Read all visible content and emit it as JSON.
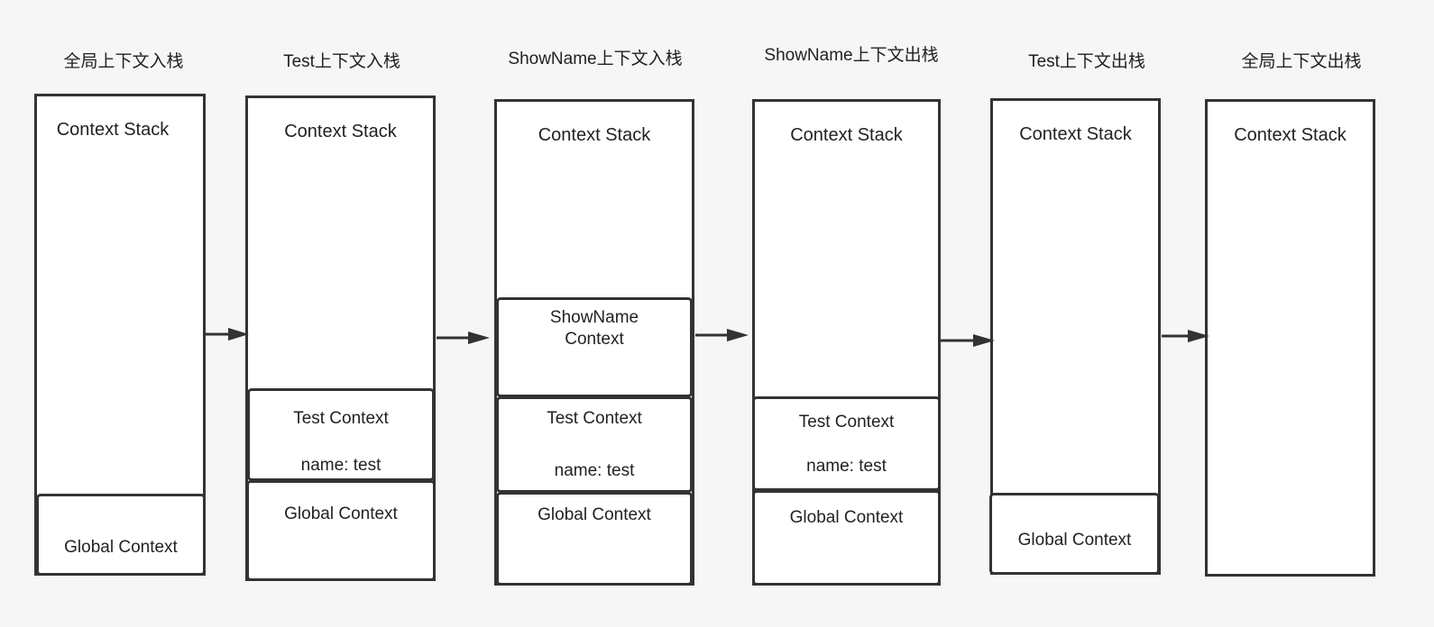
{
  "stages": [
    {
      "title": "全局上下文入栈",
      "stack_label": "Context Stack",
      "frames": [
        {
          "name": "Global Context"
        }
      ]
    },
    {
      "title": "Test上下文入栈",
      "stack_label": "Context Stack",
      "frames": [
        {
          "name": "Test Context",
          "detail": "name: test"
        },
        {
          "name": "Global Context"
        }
      ]
    },
    {
      "title": "ShowName上下文入栈",
      "stack_label": "Context Stack",
      "frames": [
        {
          "name_lines": [
            "ShowName",
            "Context"
          ]
        },
        {
          "name": "Test Context",
          "detail": "name: test"
        },
        {
          "name": "Global Context"
        }
      ]
    },
    {
      "title": "ShowName上下文出栈",
      "stack_label": "Context Stack",
      "frames": [
        {
          "name": "Test Context",
          "detail": "name: test"
        },
        {
          "name": "Global Context"
        }
      ]
    },
    {
      "title": "Test上下文出栈",
      "stack_label": "Context Stack",
      "frames": [
        {
          "name": "Global Context"
        }
      ]
    },
    {
      "title": "全局上下文出栈",
      "stack_label": "Context Stack",
      "frames": []
    }
  ],
  "colors": {
    "background": "#f6f6f6",
    "stroke": "#333333",
    "box_fill": "#ffffff"
  }
}
